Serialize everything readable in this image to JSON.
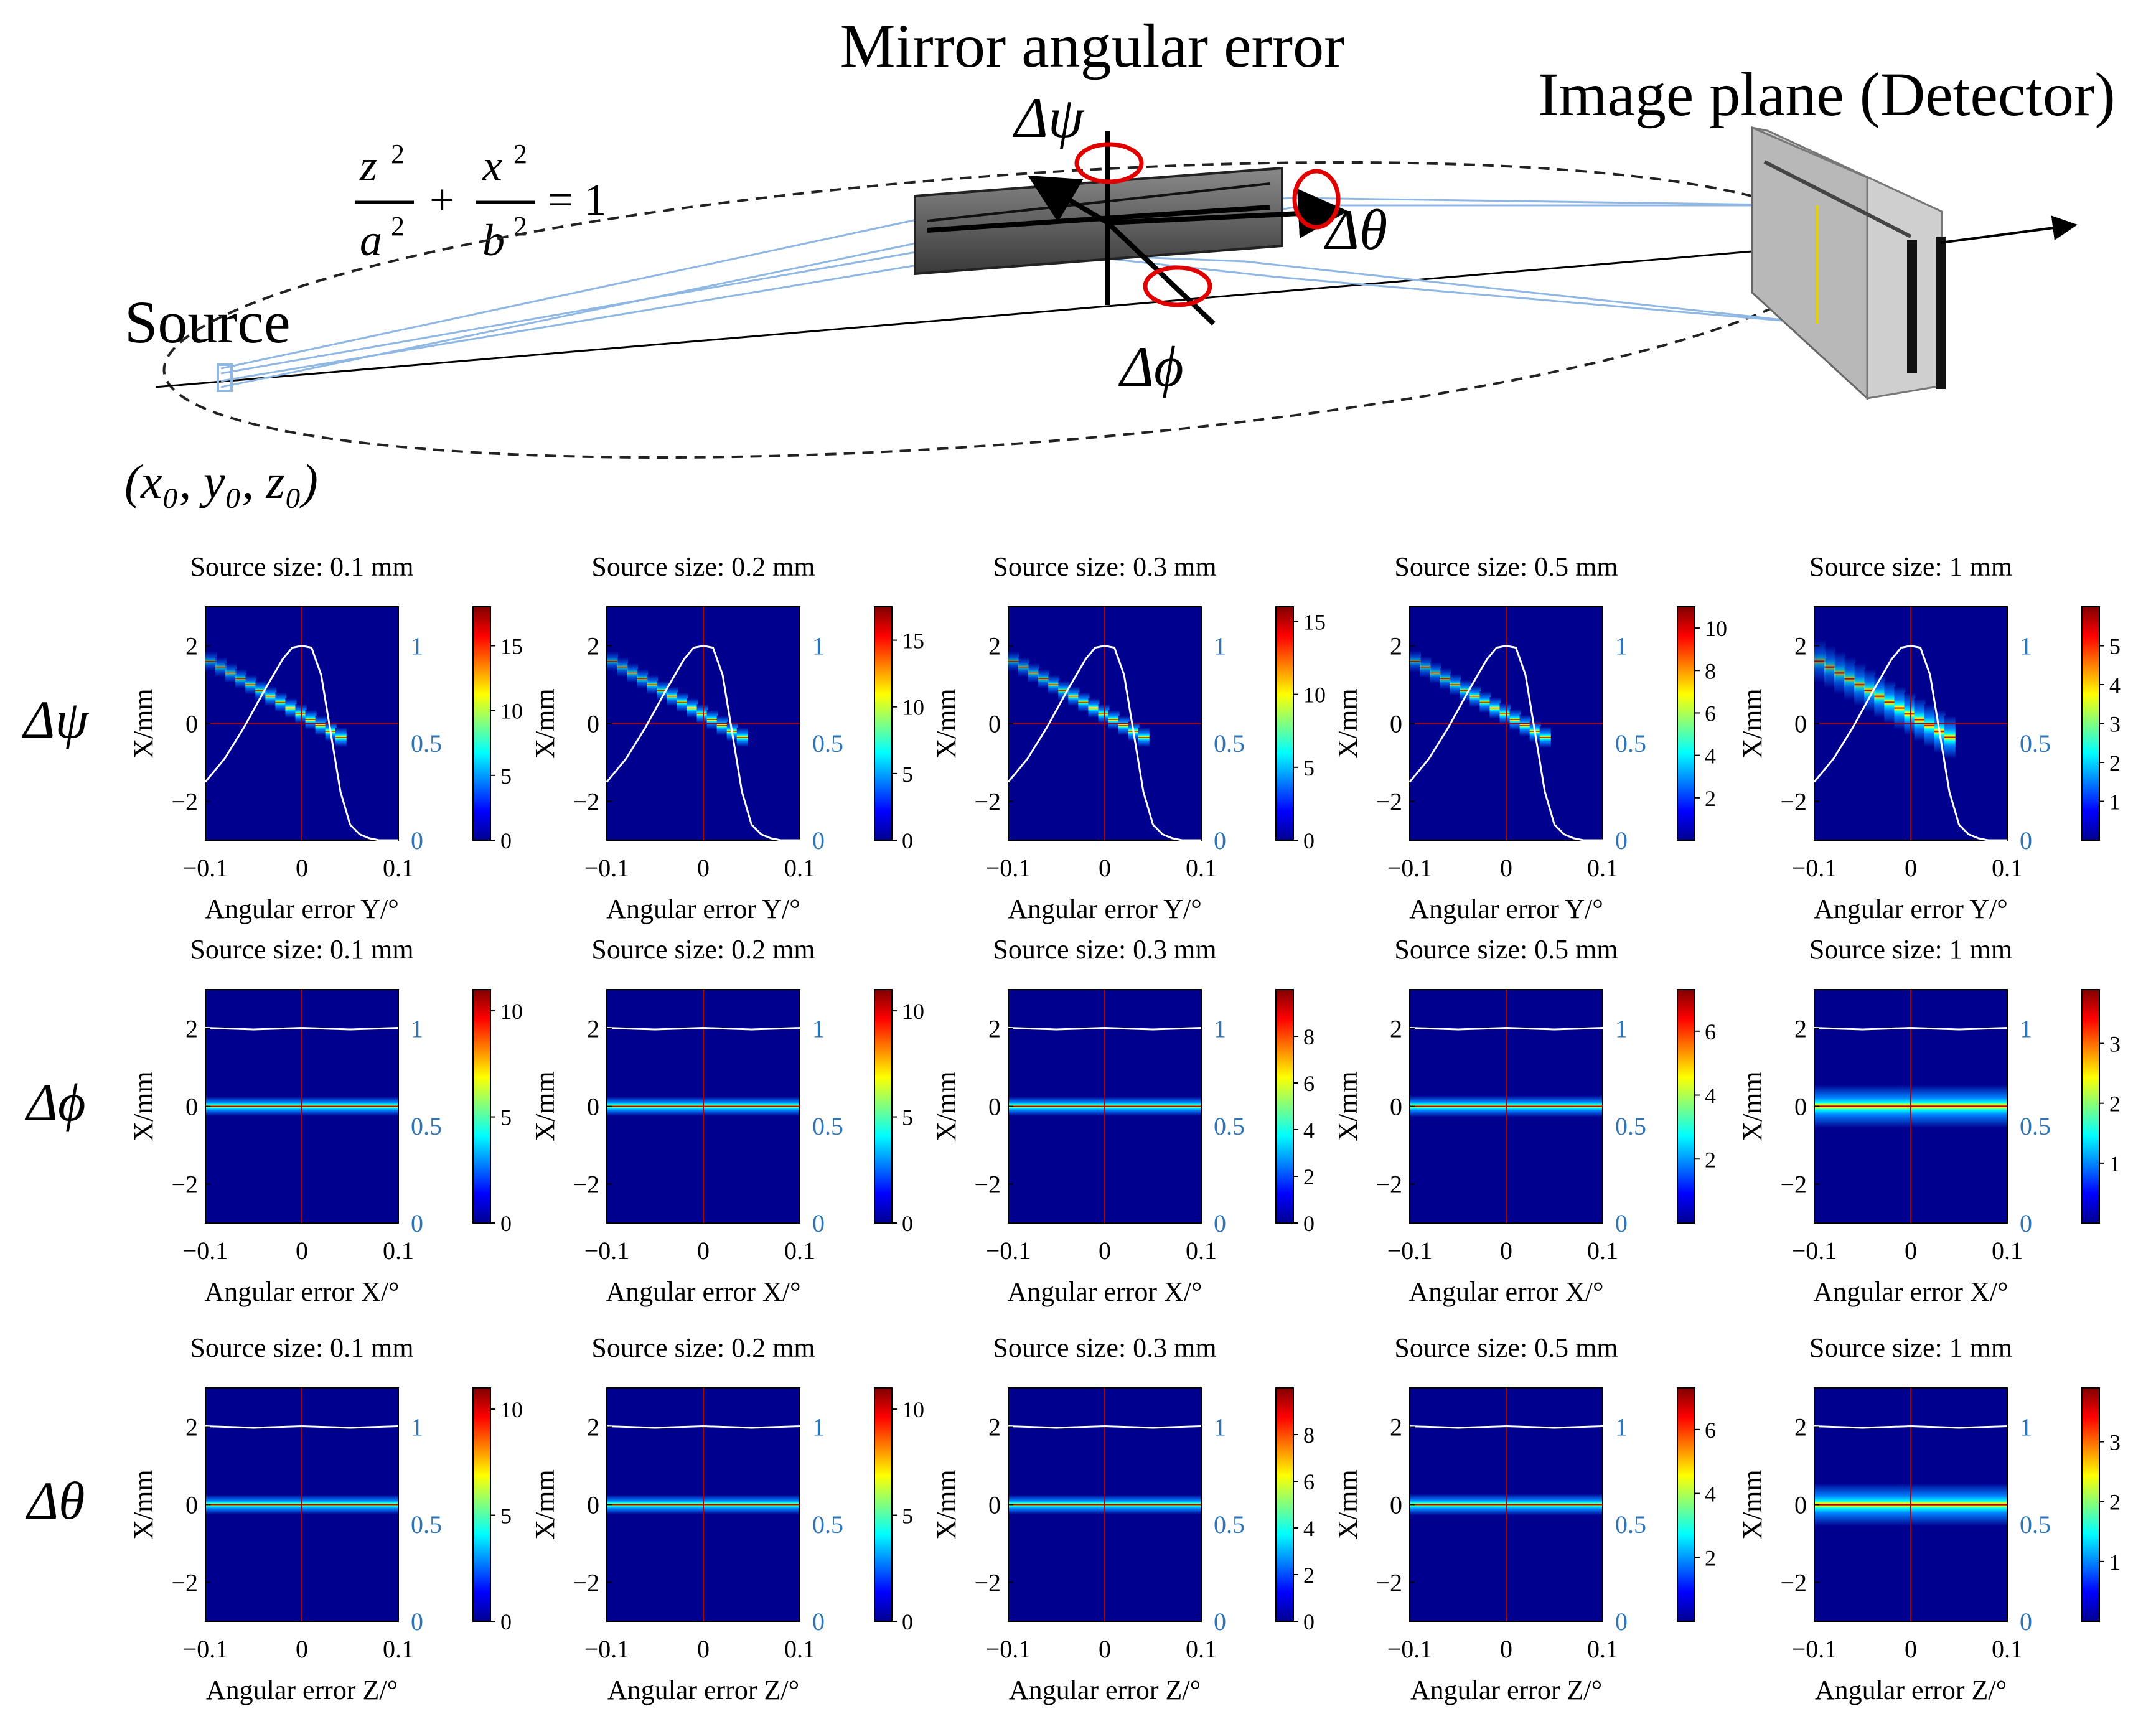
{
  "diagram": {
    "title": "Mirror angular error",
    "detector_label": "Image plane (Detector)",
    "source_label": "Source",
    "source_coords": "(x₀, y₀, z₀)",
    "equation": {
      "z": "z",
      "a": "a",
      "x": "x",
      "b": "b",
      "exp": "2",
      "rhs": "= 1"
    },
    "rotations": [
      "Δψ",
      "Δθ",
      "Δϕ"
    ]
  },
  "rows": [
    {
      "label": "Δψ",
      "xlabel": "Angular error Y/°",
      "pattern": "tilted",
      "profile": "curve"
    },
    {
      "label": "Δϕ",
      "xlabel": "Angular error X/°",
      "pattern": "flat",
      "profile": "flat"
    },
    {
      "label": "Δθ",
      "xlabel": "Angular error Z/°",
      "pattern": "flat",
      "profile": "flat"
    }
  ],
  "ylabel": "X/mm",
  "colors": {
    "low": "#00008f",
    "high": "#800000",
    "guide": "#b00000",
    "profile": "#ffffff",
    "right_axis": "#2f74b5"
  },
  "chart_data": {
    "type": "heatmap",
    "xlim": [
      -0.1,
      0.1
    ],
    "ylim": [
      -3,
      3
    ],
    "xticks": [
      "−0.1",
      "0",
      "0.1"
    ],
    "yticks": [
      "2",
      "0",
      "−2"
    ],
    "right_ylim": [
      0,
      1.2
    ],
    "right_ticks": [
      "1",
      "0.5",
      "0"
    ],
    "columns": [
      {
        "title": "Source size: 0.1 mm",
        "width_mm": 0.1
      },
      {
        "title": "Source size: 0.2 mm",
        "width_mm": 0.2
      },
      {
        "title": "Source size: 0.3 mm",
        "width_mm": 0.3
      },
      {
        "title": "Source size: 0.5 mm",
        "width_mm": 0.5
      },
      {
        "title": "Source size: 1 mm",
        "width_mm": 1.0
      }
    ],
    "colorbar_ticks": [
      [
        [
          "0",
          "0"
        ],
        [
          "5",
          "5"
        ],
        [
          "10",
          "10"
        ],
        [
          "15",
          "15"
        ]
      ],
      [
        [
          "0",
          "0"
        ],
        [
          "5",
          "5"
        ],
        [
          "10",
          "10"
        ],
        [
          "15",
          "15"
        ]
      ],
      [
        [
          "0",
          "0"
        ],
        [
          "5",
          "5"
        ],
        [
          "10",
          "10"
        ],
        [
          "15",
          "15"
        ]
      ],
      [
        [
          "2",
          "2"
        ],
        [
          "4",
          "4"
        ],
        [
          "6",
          "6"
        ],
        [
          "8",
          "8"
        ],
        [
          "10",
          "10"
        ]
      ],
      [
        [
          "1",
          "1"
        ],
        [
          "2",
          "2"
        ],
        [
          "3",
          "3"
        ],
        [
          "4",
          "4"
        ],
        [
          "5",
          "5"
        ]
      ],
      [
        [
          "0",
          "0"
        ],
        [
          "5",
          "5"
        ],
        [
          "10",
          "10"
        ]
      ],
      [
        [
          "0",
          "0"
        ],
        [
          "5",
          "5"
        ],
        [
          "10",
          "10"
        ]
      ],
      [
        [
          "0",
          "0"
        ],
        [
          "2",
          "2"
        ],
        [
          "4",
          "4"
        ],
        [
          "6",
          "6"
        ],
        [
          "8",
          "8"
        ]
      ],
      [
        [
          "2",
          "2"
        ],
        [
          "4",
          "4"
        ],
        [
          "6",
          "6"
        ]
      ],
      [
        [
          "1",
          "1"
        ],
        [
          "2",
          "2"
        ],
        [
          "3",
          "3"
        ]
      ],
      [
        [
          "0",
          "0"
        ],
        [
          "5",
          "5"
        ],
        [
          "10",
          "10"
        ]
      ],
      [
        [
          "0",
          "0"
        ],
        [
          "5",
          "5"
        ],
        [
          "10",
          "10"
        ]
      ],
      [
        [
          "0",
          "0"
        ],
        [
          "2",
          "2"
        ],
        [
          "4",
          "4"
        ],
        [
          "6",
          "6"
        ],
        [
          "8",
          "8"
        ]
      ],
      [
        [
          "2",
          "2"
        ],
        [
          "4",
          "4"
        ],
        [
          "6",
          "6"
        ]
      ],
      [
        [
          "1",
          "1"
        ],
        [
          "2",
          "2"
        ],
        [
          "3",
          "3"
        ]
      ]
    ],
    "colorbar_max": [
      18,
      17.5,
      16,
      11,
      6,
      11,
      11,
      10,
      7.3,
      3.9,
      11,
      11,
      10,
      7.3,
      3.9
    ],
    "profile_curve": {
      "x": [
        -0.1,
        -0.08,
        -0.06,
        -0.04,
        -0.02,
        -0.01,
        0,
        0.01,
        0.02,
        0.03,
        0.04,
        0.05,
        0.06,
        0.07,
        0.08,
        0.1
      ],
      "y": [
        0.3,
        0.42,
        0.58,
        0.76,
        0.93,
        0.99,
        1.0,
        0.99,
        0.85,
        0.55,
        0.25,
        0.08,
        0.03,
        0.01,
        0.0,
        0.0
      ]
    },
    "profile_flat": 1.0
  }
}
